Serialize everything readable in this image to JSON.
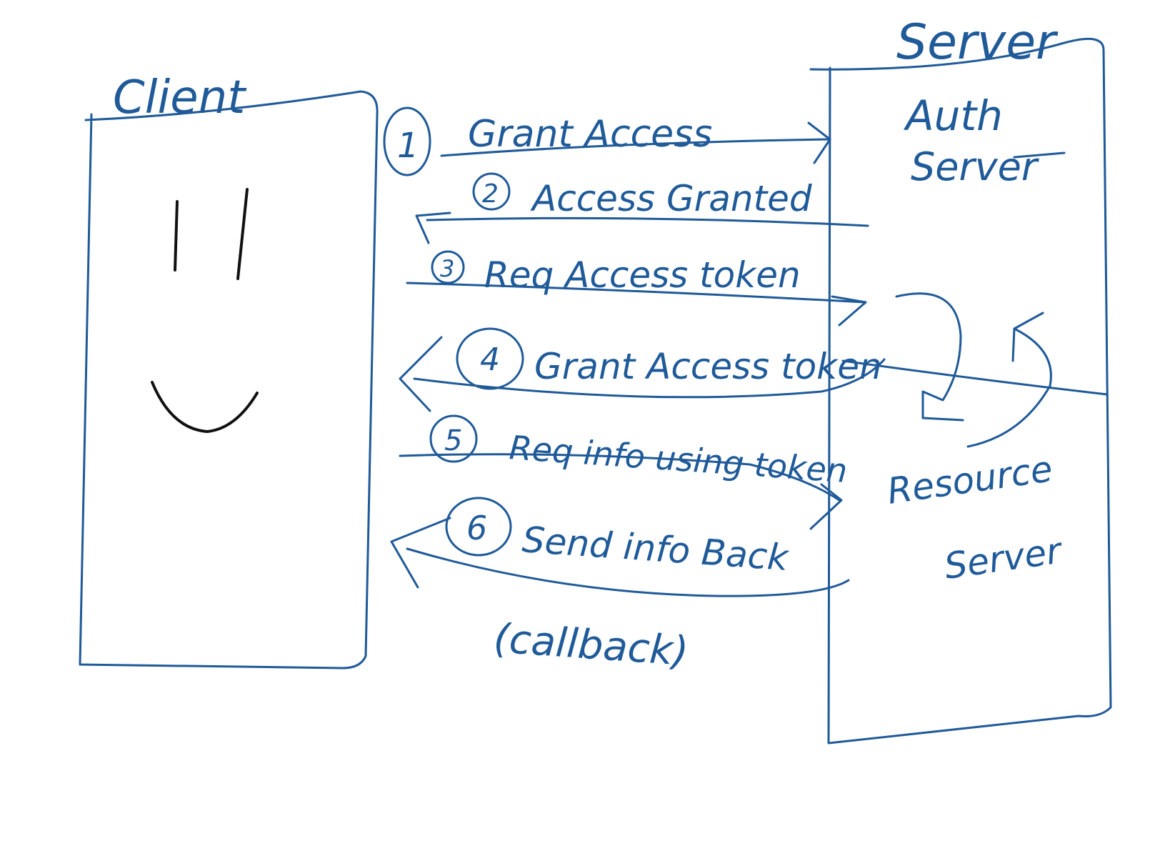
{
  "colors": {
    "ink": "#1f5a99",
    "face": "#111111",
    "background": "#ffffff"
  },
  "client": {
    "title": "Client"
  },
  "server": {
    "title": "Server",
    "auth_label_line1": "Auth",
    "auth_label_line2": "Server",
    "resource_label_line1": "Resource",
    "resource_label_line2": "Server"
  },
  "steps": [
    {
      "number": "1",
      "label": "Grant Access",
      "direction": "to-server"
    },
    {
      "number": "2",
      "label": "Access Granted",
      "direction": "to-client"
    },
    {
      "number": "3",
      "label": "Req Access token",
      "direction": "to-server"
    },
    {
      "number": "4",
      "label": "Grant Access token",
      "direction": "to-client"
    },
    {
      "number": "5",
      "label": "Req info using token",
      "direction": "to-server"
    },
    {
      "number": "6",
      "label": "Send info Back",
      "direction": "to-client"
    }
  ],
  "callback_note": "(callback)"
}
